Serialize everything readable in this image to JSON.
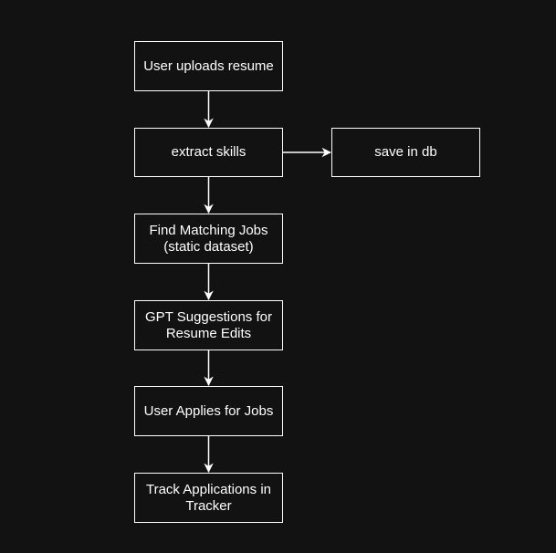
{
  "diagram": {
    "background": "#121212",
    "line_color": "#ffffff",
    "nodes": {
      "upload": "User uploads resume",
      "extract": "extract skills",
      "save": "save in db",
      "find": "Find Matching Jobs\n(static dataset)",
      "gpt": "GPT Suggestions for\nResume Edits",
      "apply": "User Applies for Jobs",
      "track": "Track Applications in\nTracker"
    },
    "edges": [
      {
        "from": "upload",
        "to": "extract"
      },
      {
        "from": "extract",
        "to": "save"
      },
      {
        "from": "extract",
        "to": "find"
      },
      {
        "from": "find",
        "to": "gpt"
      },
      {
        "from": "gpt",
        "to": "apply"
      },
      {
        "from": "apply",
        "to": "track"
      }
    ]
  }
}
